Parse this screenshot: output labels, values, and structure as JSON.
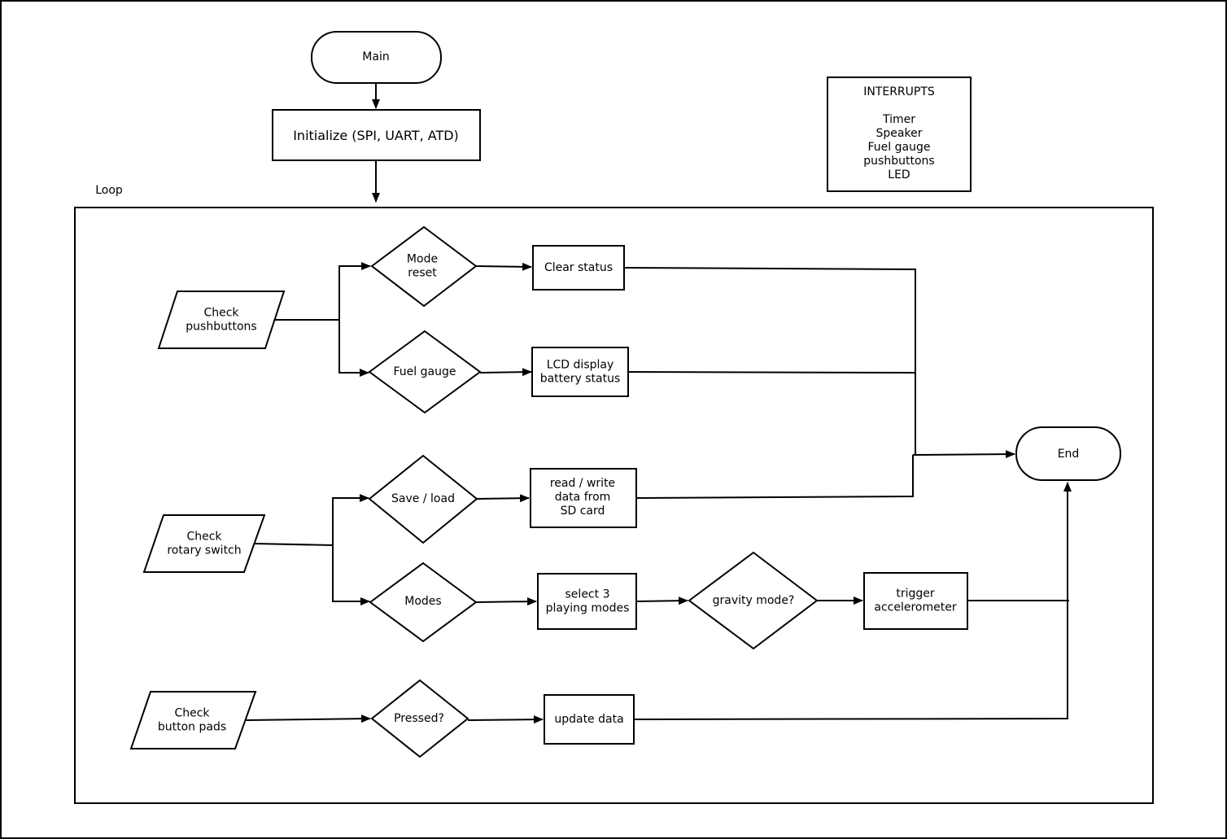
{
  "diagram": {
    "nodes": {
      "main": {
        "lines": [
          "Main"
        ]
      },
      "initialize": {
        "lines": [
          "Initialize (SPI, UART, ATD)"
        ]
      },
      "interrupts": {
        "lines": [
          "INTERRUPTS",
          "",
          "Timer",
          "Speaker",
          "Fuel gauge",
          "pushbuttons",
          "LED"
        ]
      },
      "loop_label": {
        "lines": [
          "Loop"
        ]
      },
      "check_pushbuttons": {
        "lines": [
          "Check",
          "pushbuttons"
        ]
      },
      "mode_reset": {
        "lines": [
          "Mode",
          "reset"
        ]
      },
      "clear_status": {
        "lines": [
          "Clear status"
        ]
      },
      "fuel_gauge": {
        "lines": [
          "Fuel gauge"
        ]
      },
      "lcd_display": {
        "lines": [
          "LCD display",
          "battery status"
        ]
      },
      "end": {
        "lines": [
          "End"
        ]
      },
      "check_rotary": {
        "lines": [
          "Check",
          "rotary switch"
        ]
      },
      "save_load": {
        "lines": [
          "Save / load"
        ]
      },
      "read_write": {
        "lines": [
          "read / write",
          "data from",
          "SD card"
        ]
      },
      "modes": {
        "lines": [
          "Modes"
        ]
      },
      "select_modes": {
        "lines": [
          "select 3",
          "playing modes"
        ]
      },
      "gravity_mode": {
        "lines": [
          "gravity mode?"
        ]
      },
      "trigger_accel": {
        "lines": [
          "trigger",
          "accelerometer"
        ]
      },
      "check_button_pads": {
        "lines": [
          "Check",
          "button pads"
        ]
      },
      "pressed": {
        "lines": [
          "Pressed?"
        ]
      },
      "update_data": {
        "lines": [
          "update data"
        ]
      }
    },
    "edges": [
      {
        "from": "main",
        "to": "initialize"
      },
      {
        "from": "initialize",
        "to": "loop_frame"
      },
      {
        "from": "check_pushbuttons",
        "to": "mode_reset"
      },
      {
        "from": "check_pushbuttons",
        "to": "fuel_gauge"
      },
      {
        "from": "mode_reset",
        "to": "clear_status"
      },
      {
        "from": "fuel_gauge",
        "to": "lcd_display"
      },
      {
        "from": "clear_status",
        "to": "end"
      },
      {
        "from": "lcd_display",
        "to": "end"
      },
      {
        "from": "read_write",
        "to": "end"
      },
      {
        "from": "check_rotary",
        "to": "save_load"
      },
      {
        "from": "check_rotary",
        "to": "modes"
      },
      {
        "from": "save_load",
        "to": "read_write"
      },
      {
        "from": "modes",
        "to": "select_modes"
      },
      {
        "from": "select_modes",
        "to": "gravity_mode"
      },
      {
        "from": "gravity_mode",
        "to": "trigger_accel"
      },
      {
        "from": "trigger_accel",
        "to": "end"
      },
      {
        "from": "check_button_pads",
        "to": "pressed"
      },
      {
        "from": "pressed",
        "to": "update_data"
      },
      {
        "from": "update_data",
        "to": "end"
      }
    ]
  }
}
